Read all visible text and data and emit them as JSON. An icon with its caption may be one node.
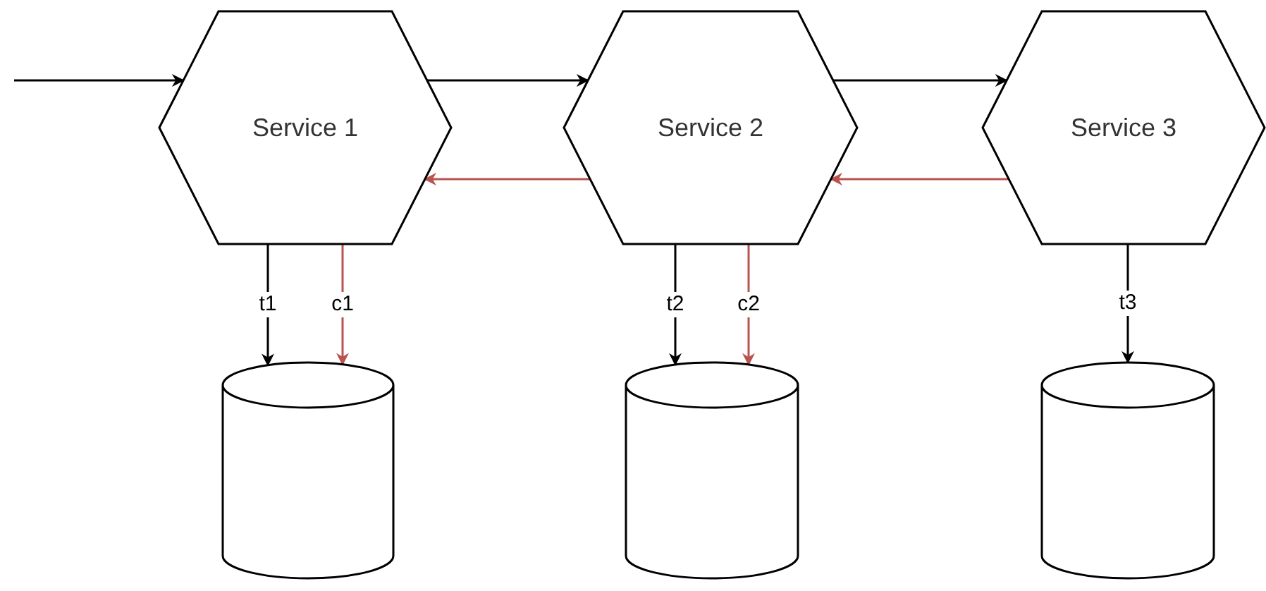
{
  "diagram": {
    "nodes": [
      {
        "text": [
          "Service 1"
        ]
      },
      {
        "text": [
          "Service 2"
        ]
      },
      {
        "text": [
          "Service 3"
        ]
      },
      {
        "text": [],
        "shape": "cylinder"
      },
      {
        "text": [],
        "shape": "cylinder"
      },
      {
        "text": [],
        "shape": "cylinder"
      }
    ],
    "edges": [
      {
        "from": null,
        "to": 0,
        "arrow": "to"
      },
      {
        "from": 0,
        "to": 1,
        "arrow": "to"
      },
      {
        "from": 1,
        "to": 2,
        "arrow": "to"
      },
      {
        "from": 1,
        "to": 0,
        "arrow": "to",
        "color": "#b85450"
      },
      {
        "from": 2,
        "to": 1,
        "arrow": "to",
        "color": "#b85450"
      },
      {
        "from": 0,
        "to": 3,
        "label": "t1",
        "arrow": "to"
      },
      {
        "from": 0,
        "to": 3,
        "label": "c1",
        "arrow": "to",
        "color": "#b85450"
      },
      {
        "from": 1,
        "to": 4,
        "label": "t2",
        "arrow": "to"
      },
      {
        "from": 1,
        "to": 4,
        "label": "c2",
        "arrow": "to",
        "color": "#b85450"
      },
      {
        "from": 2,
        "to": 5,
        "label": "t3",
        "arrow": "to"
      }
    ]
  }
}
